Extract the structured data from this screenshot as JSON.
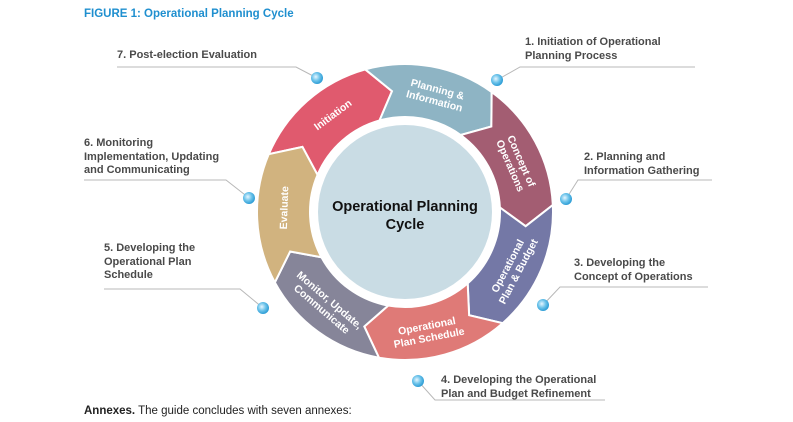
{
  "figure_title": "FIGURE 1: Operational Planning Cycle",
  "center": {
    "line1": "Operational Planning",
    "line2": "Cycle"
  },
  "segments": [
    {
      "id": "initiation",
      "lines": [
        "Initiation"
      ],
      "color": "#e05a6e"
    },
    {
      "id": "planning",
      "lines": [
        "Planning &",
        "Information"
      ],
      "color": "#8eb4c4"
    },
    {
      "id": "concept",
      "lines": [
        "Concept of",
        "Operations"
      ],
      "color": "#a35d72"
    },
    {
      "id": "operational-plan",
      "lines": [
        "Operational",
        "Plan & Budget"
      ],
      "color": "#7478a6"
    },
    {
      "id": "schedule",
      "lines": [
        "Operational",
        "Plan Schedule"
      ],
      "color": "#df7a77"
    },
    {
      "id": "monitor",
      "lines": [
        "Monitor, Update,",
        "Communicate"
      ],
      "color": "#868599"
    },
    {
      "id": "evaluate",
      "lines": [
        "Evaluate"
      ],
      "color": "#d1b37f"
    }
  ],
  "callouts": [
    {
      "lines": [
        "1. Initiation of Operational",
        "Planning Process"
      ]
    },
    {
      "lines": [
        "2. Planning and",
        "Information Gathering"
      ]
    },
    {
      "lines": [
        "3. Developing the",
        "Concept of Operations"
      ]
    },
    {
      "lines": [
        "4. Developing the Operational",
        "Plan and Budget Refinement"
      ]
    },
    {
      "lines": [
        "5. Developing the",
        "Operational Plan",
        "Schedule"
      ]
    },
    {
      "lines": [
        "6. Monitoring",
        "Implementation, Updating",
        "and Communicating"
      ]
    },
    {
      "lines": [
        "7. Post-election Evaluation"
      ]
    }
  ],
  "annex": {
    "bold": "Annexes.",
    "text": " The guide concludes with seven annexes:"
  },
  "colors": {
    "title": "#1f8fcf",
    "leader": "#b8b8b8",
    "dot": "#4fb3e0",
    "center_fill": "#c9dce4"
  }
}
